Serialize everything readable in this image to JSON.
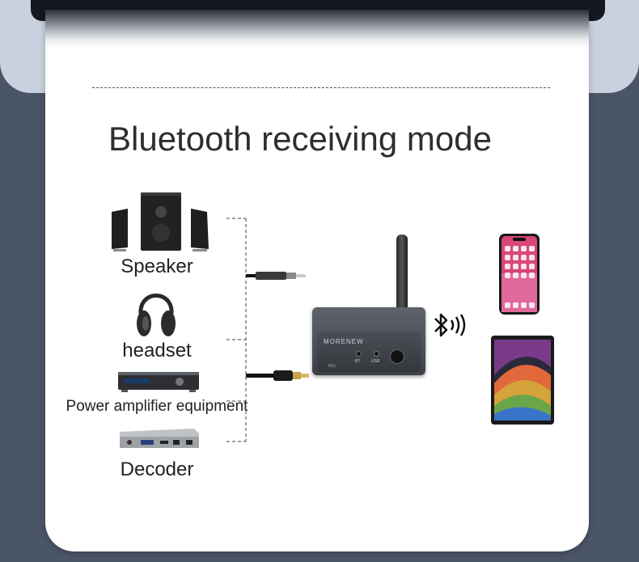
{
  "title": "Bluetooth receiving mode",
  "devices": {
    "speaker": "Speaker",
    "headset": "headset",
    "amplifier": "Power amplifier equipment",
    "decoder": "Decoder"
  },
  "receiver": {
    "brand": "MORENEW",
    "model": "R01",
    "led_bt": "BT",
    "led_usb": "USB"
  },
  "icons": [
    "speaker-set-icon",
    "headphones-icon",
    "amplifier-icon",
    "decoder-icon",
    "bluetooth-icon",
    "phone-icon",
    "tablet-icon"
  ],
  "colors": {
    "background": "#4b5568",
    "band": "#c9d1de",
    "card": "#ffffff",
    "text": "#2e2e2e"
  }
}
